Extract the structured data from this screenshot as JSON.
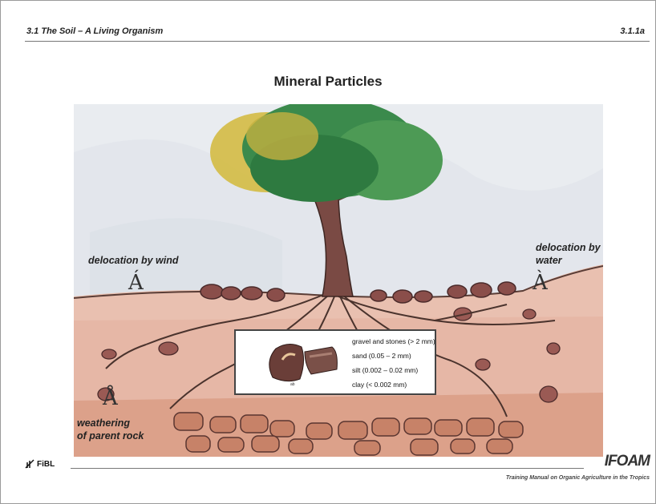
{
  "header": {
    "section_title": "3.1 The Soil – A Living Organism",
    "page_code": "3.1.1a"
  },
  "slide": {
    "title": "Mineral Particles"
  },
  "labels": {
    "wind": "delocation by wind",
    "water_line1": "delocation by",
    "water_line2": "water",
    "weathering_line1": "weathering",
    "weathering_line2": "of parent rock",
    "arrow_wind": "Á",
    "arrow_water": "À",
    "arrow_weathering": "Å"
  },
  "legend": {
    "items": [
      "gravel and stones (> 2 mm)",
      "sand (0.05 – 2 mm)",
      "silt (0.002 – 0.02 mm)",
      "clay (< 0.002 mm)"
    ]
  },
  "footer": {
    "left_logo": "FiBL",
    "right_logo": "IFOAM",
    "manual": "Training Manual on Organic Agriculture in the Tropics"
  }
}
